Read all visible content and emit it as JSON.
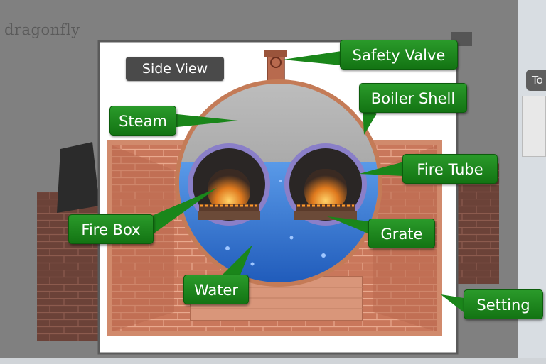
{
  "logo": {
    "text": "dragonfly"
  },
  "view_button": {
    "label": "Side View"
  },
  "side_tab": {
    "label": "To"
  },
  "labels": {
    "safety_valve": "Safety Valve",
    "boiler_shell": "Boiler Shell",
    "steam": "Steam",
    "fire_tube": "Fire Tube",
    "fire_box": "Fire Box",
    "grate": "Grate",
    "water": "Water",
    "setting": "Setting"
  },
  "colors": {
    "callout_green": "#1a861a",
    "brick": "#c8765a",
    "water": "#3d7fd8",
    "steam": "#a8a8a8",
    "shell": "#c47b57"
  }
}
